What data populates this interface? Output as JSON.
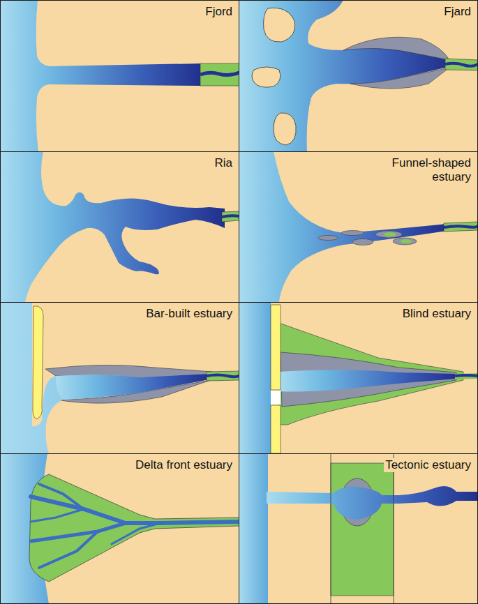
{
  "diagram": {
    "nodes": [
      {
        "text": [
          "Fjord"
        ]
      },
      {
        "text": [
          "Fjard"
        ]
      },
      {
        "text": [
          "Ria"
        ]
      },
      {
        "text": [
          "Funnel-shaped estuary"
        ]
      },
      {
        "text": [
          "Bar-built estuary"
        ]
      },
      {
        "text": [
          "Blind estuary"
        ]
      },
      {
        "text": [
          "Delta front estuary"
        ]
      },
      {
        "text": [
          "Tectonic estuary"
        ]
      }
    ]
  }
}
